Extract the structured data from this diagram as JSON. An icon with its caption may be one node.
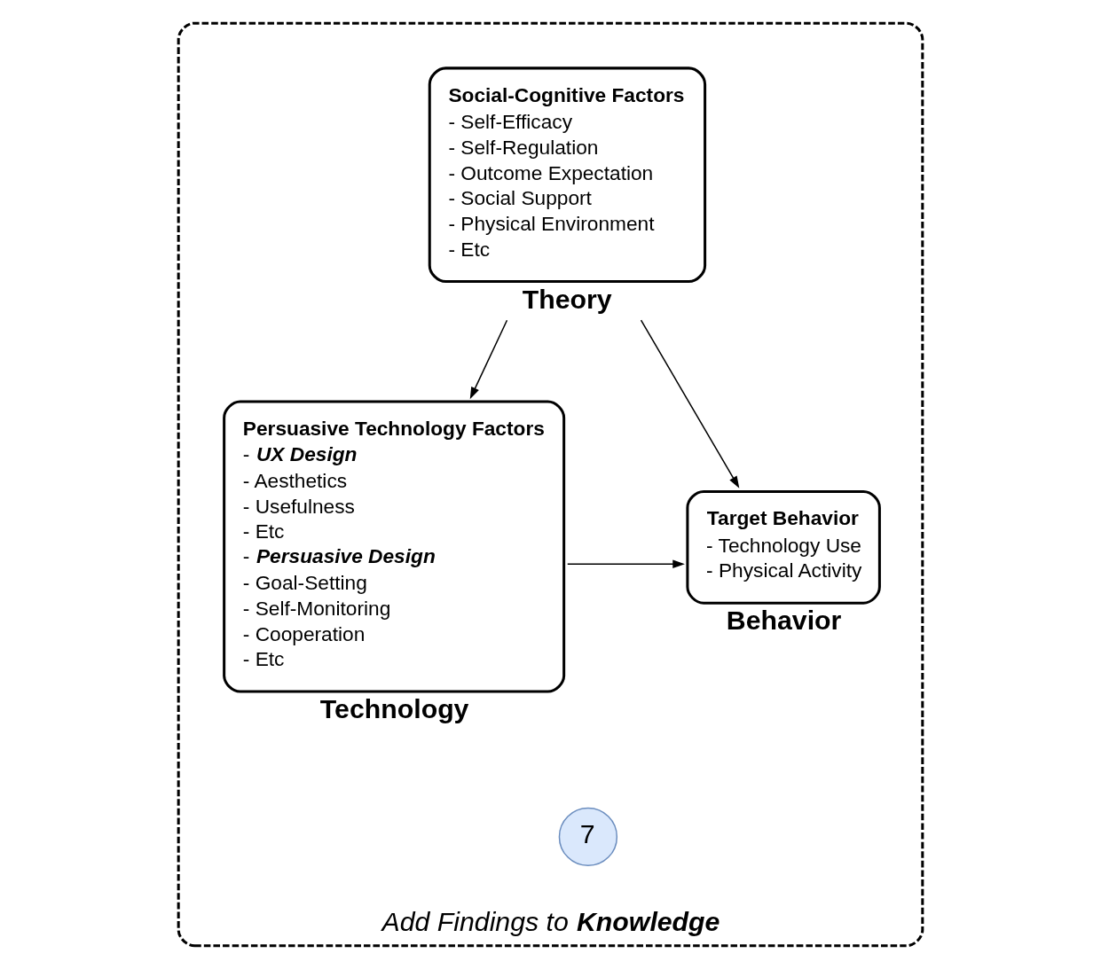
{
  "diagram": {
    "nodes": [
      {
        "text": [
          "Add Findings to **Knowledge**"
        ]
      },
      {
        "text": [
          "Social-Cognitive Factors",
          "- Self-Efficacy",
          "- Self-Regulation",
          "- Outcome Expectation",
          "- Social Support",
          "- Physical Environment",
          "- Etc",
          "Theory"
        ],
        "in": 0
      },
      {
        "text": [
          "Persuasive Technology Factors",
          "- *UX Design*",
          "- Aesthetics",
          "- Usefulness",
          "- Etc",
          "- *Persuasive Design*",
          "- Goal-Setting",
          "- Self-Monitoring",
          "- Cooperation",
          "- Etc",
          "Technology"
        ],
        "in": 0
      },
      {
        "text": [
          "Target Behavior",
          "- Technology Use",
          "- Physical Activity",
          "Behavior"
        ],
        "in": 0
      },
      {
        "text": [
          "7"
        ],
        "in": 0
      }
    ],
    "edges": [
      {
        "from": 1,
        "to": 2,
        "arrow": "to"
      },
      {
        "from": 1,
        "to": 3,
        "arrow": "to"
      },
      {
        "from": 2,
        "to": 3,
        "arrow": "to"
      }
    ]
  }
}
